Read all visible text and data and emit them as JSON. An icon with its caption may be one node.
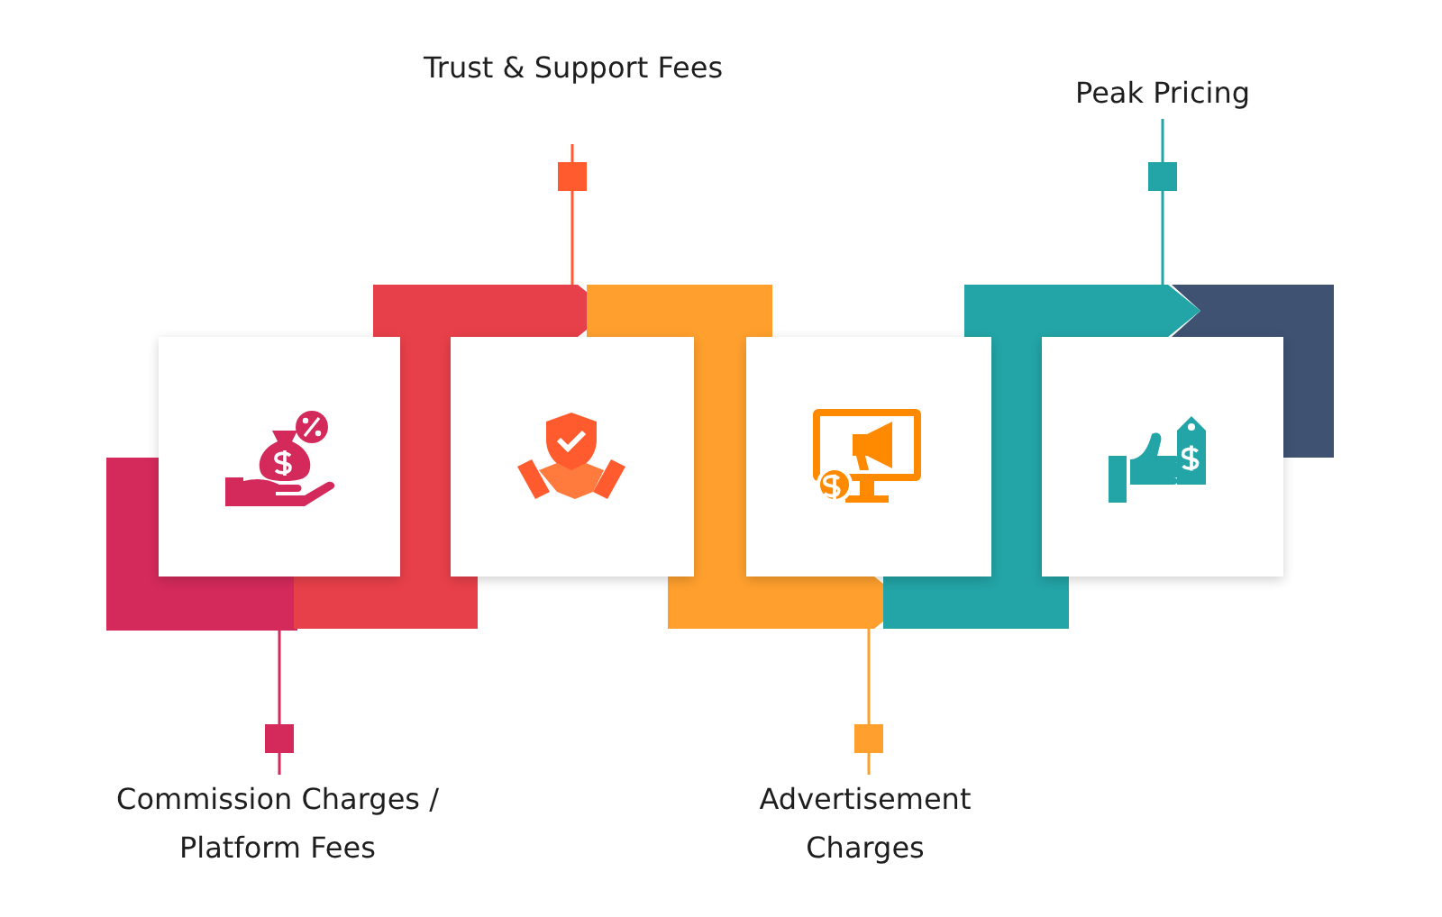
{
  "diagram": {
    "nodes": [
      {
        "text": [
          "Trust & Support Fees"
        ]
      },
      {
        "text": [
          "Peak Pricing"
        ]
      },
      {
        "text": [
          "Commission Charges / Platform Fees"
        ]
      },
      {
        "text": [
          "Advertisement Charges"
        ]
      },
      {
        "text": [],
        "shape": "box"
      },
      {
        "text": [],
        "shape": "box"
      },
      {
        "text": [],
        "shape": "box"
      },
      {
        "text": [],
        "shape": "box"
      }
    ],
    "edges": [
      {
        "from": 2,
        "to": 4,
        "arrow": "none",
        "color": "#d42a5b"
      },
      {
        "from": 0,
        "to": 5,
        "arrow": "none",
        "color": "#ff5b2e"
      },
      {
        "from": 3,
        "to": 6,
        "arrow": "none",
        "color": "#ffa02e"
      },
      {
        "from": 1,
        "to": 7,
        "arrow": "none",
        "color": "#23a4a6"
      },
      {
        "from": 4,
        "to": 5,
        "arrow": "to",
        "style": "thick",
        "color": "#e8404a"
      },
      {
        "from": 5,
        "to": 6,
        "arrow": "to",
        "style": "thick",
        "color": "#ffa02e"
      },
      {
        "from": 6,
        "to": 7,
        "arrow": "to",
        "style": "thick",
        "color": "#23a4a6"
      }
    ]
  }
}
